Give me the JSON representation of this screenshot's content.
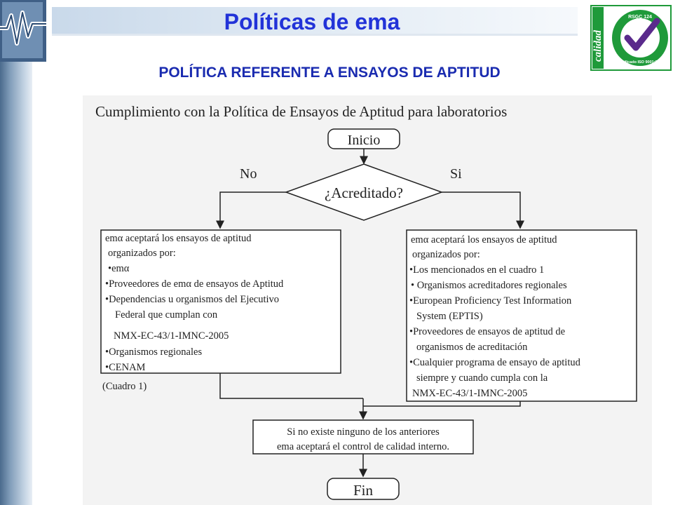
{
  "slide": {
    "title": "Políticas de ema",
    "subtitle": "POLÍTICA REFERENTE A ENSAYOS DE APTITUD"
  },
  "seal": {
    "text_vertical": "calidad",
    "text_top": "RSGC 124",
    "text_ring": "Certificado ISO 9001:2000",
    "accent_color": "#1f9a3a"
  },
  "colors": {
    "title": "#2233d8",
    "subtitle": "#1a2bb0"
  },
  "diagram": {
    "heading": "Cumplimiento con la Política de Ensayos de Aptitud para laboratorios",
    "start": "Inicio",
    "decision": "¿Acreditado?",
    "branch_no": "No",
    "branch_yes": "Si",
    "left_box": [
      "emα aceptará los ensayos de aptitud",
      "organizados por:",
      "•emα",
      "•Proveedores de emα de ensayos  de Aptitud",
      "•Dependencias u organismos del Ejecutivo",
      "Federal que  cumplan con",
      "NMX-EC-43/1-IMNC-2005",
      "•Organismos regionales",
      "•CENAM"
    ],
    "left_caption": "(Cuadro 1)",
    "right_box": [
      "emα aceptará los ensayos de aptitud",
      "organizados por:",
      "•Los mencionados en el cuadro 1",
      "• Organismos acreditadores regionales",
      "•European Proficiency Test  Information",
      "System (EPTIS)",
      "•Proveedores de ensayos de aptitud de",
      "organismos de acreditación",
      "•Cualquier programa de ensayo de aptitud",
      "siempre y cuando cumpla con la",
      "NMX-EC-43/1-IMNC-2005"
    ],
    "fallback_box": [
      "Si no existe ninguno de los anteriores",
      "ema aceptará el control de calidad interno."
    ],
    "end": "Fin"
  }
}
